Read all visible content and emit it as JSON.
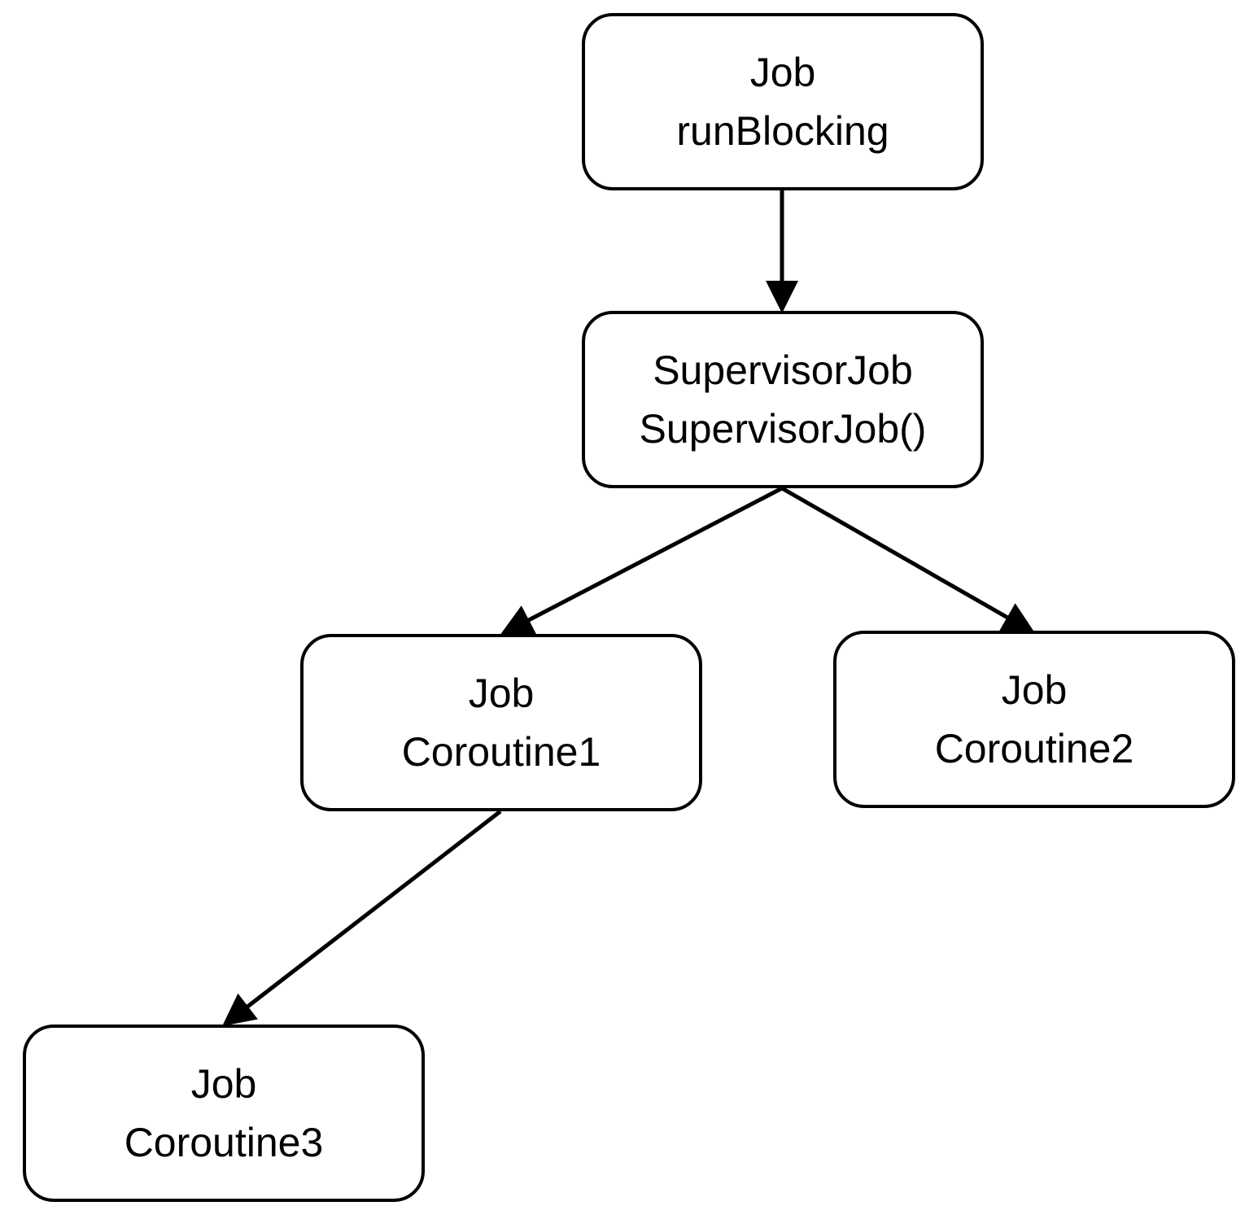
{
  "diagram": {
    "nodes": [
      {
        "id": "runblocking",
        "line1": "Job",
        "line2": "runBlocking"
      },
      {
        "id": "supervisor",
        "line1": "SupervisorJob",
        "line2": "SupervisorJob()"
      },
      {
        "id": "coroutine1",
        "line1": "Job",
        "line2": "Coroutine1"
      },
      {
        "id": "coroutine2",
        "line1": "Job",
        "line2": "Coroutine2"
      },
      {
        "id": "coroutine3",
        "line1": "Job",
        "line2": "Coroutine3"
      }
    ],
    "edges": [
      {
        "from": "runblocking",
        "to": "supervisor"
      },
      {
        "from": "supervisor",
        "to": "coroutine1"
      },
      {
        "from": "supervisor",
        "to": "coroutine2"
      },
      {
        "from": "coroutine1",
        "to": "coroutine3"
      }
    ],
    "colors": {
      "stroke": "#000000",
      "background": "#ffffff"
    }
  }
}
